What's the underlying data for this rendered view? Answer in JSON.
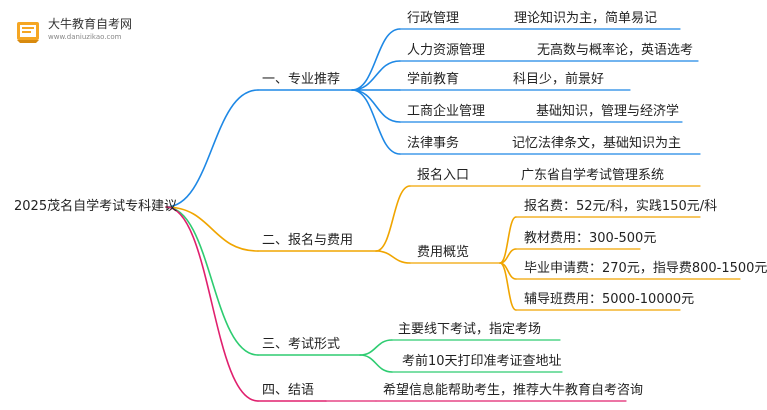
{
  "logo": {
    "title": "大牛教育自考网",
    "subtitle": "www.daniuzikao.com",
    "icon": "book-icon",
    "color": "#f5a623"
  },
  "root": {
    "label": "2025茂名自学考试专科建议"
  },
  "branches": [
    {
      "label": "一、专业推荐",
      "color": "#1e88e5",
      "children": [
        {
          "label": "行政管理",
          "note": "理论知识为主，简单易记"
        },
        {
          "label": "人力资源管理",
          "note": "无高数与概率论，英语选考"
        },
        {
          "label": "学前教育",
          "note": "科目少，前景好"
        },
        {
          "label": "工商企业管理",
          "note": "基础知识，管理与经济学"
        },
        {
          "label": "法律事务",
          "note": "记忆法律条文，基础知识为主"
        }
      ]
    },
    {
      "label": "二、报名与费用",
      "color": "#f0a500",
      "children": [
        {
          "label": "报名入口",
          "note": "广东省自学考试管理系统"
        },
        {
          "label": "费用概览",
          "items": [
            "报名费：52元/科，实践150元/科",
            "教材费用：300-500元",
            "毕业申请费：270元，指导费800-1500元",
            "辅导班费用：5000-10000元"
          ]
        }
      ]
    },
    {
      "label": "三、考试形式",
      "color": "#2ecc71",
      "children": [
        {
          "label": "主要线下考试，指定考场"
        },
        {
          "label": "考前10天打印准考证查地址"
        }
      ]
    },
    {
      "label": "四、结语",
      "color": "#e0206e",
      "children": [
        {
          "label": "希望信息能帮助考生，推荐大牛教育自考咨询"
        }
      ]
    }
  ]
}
